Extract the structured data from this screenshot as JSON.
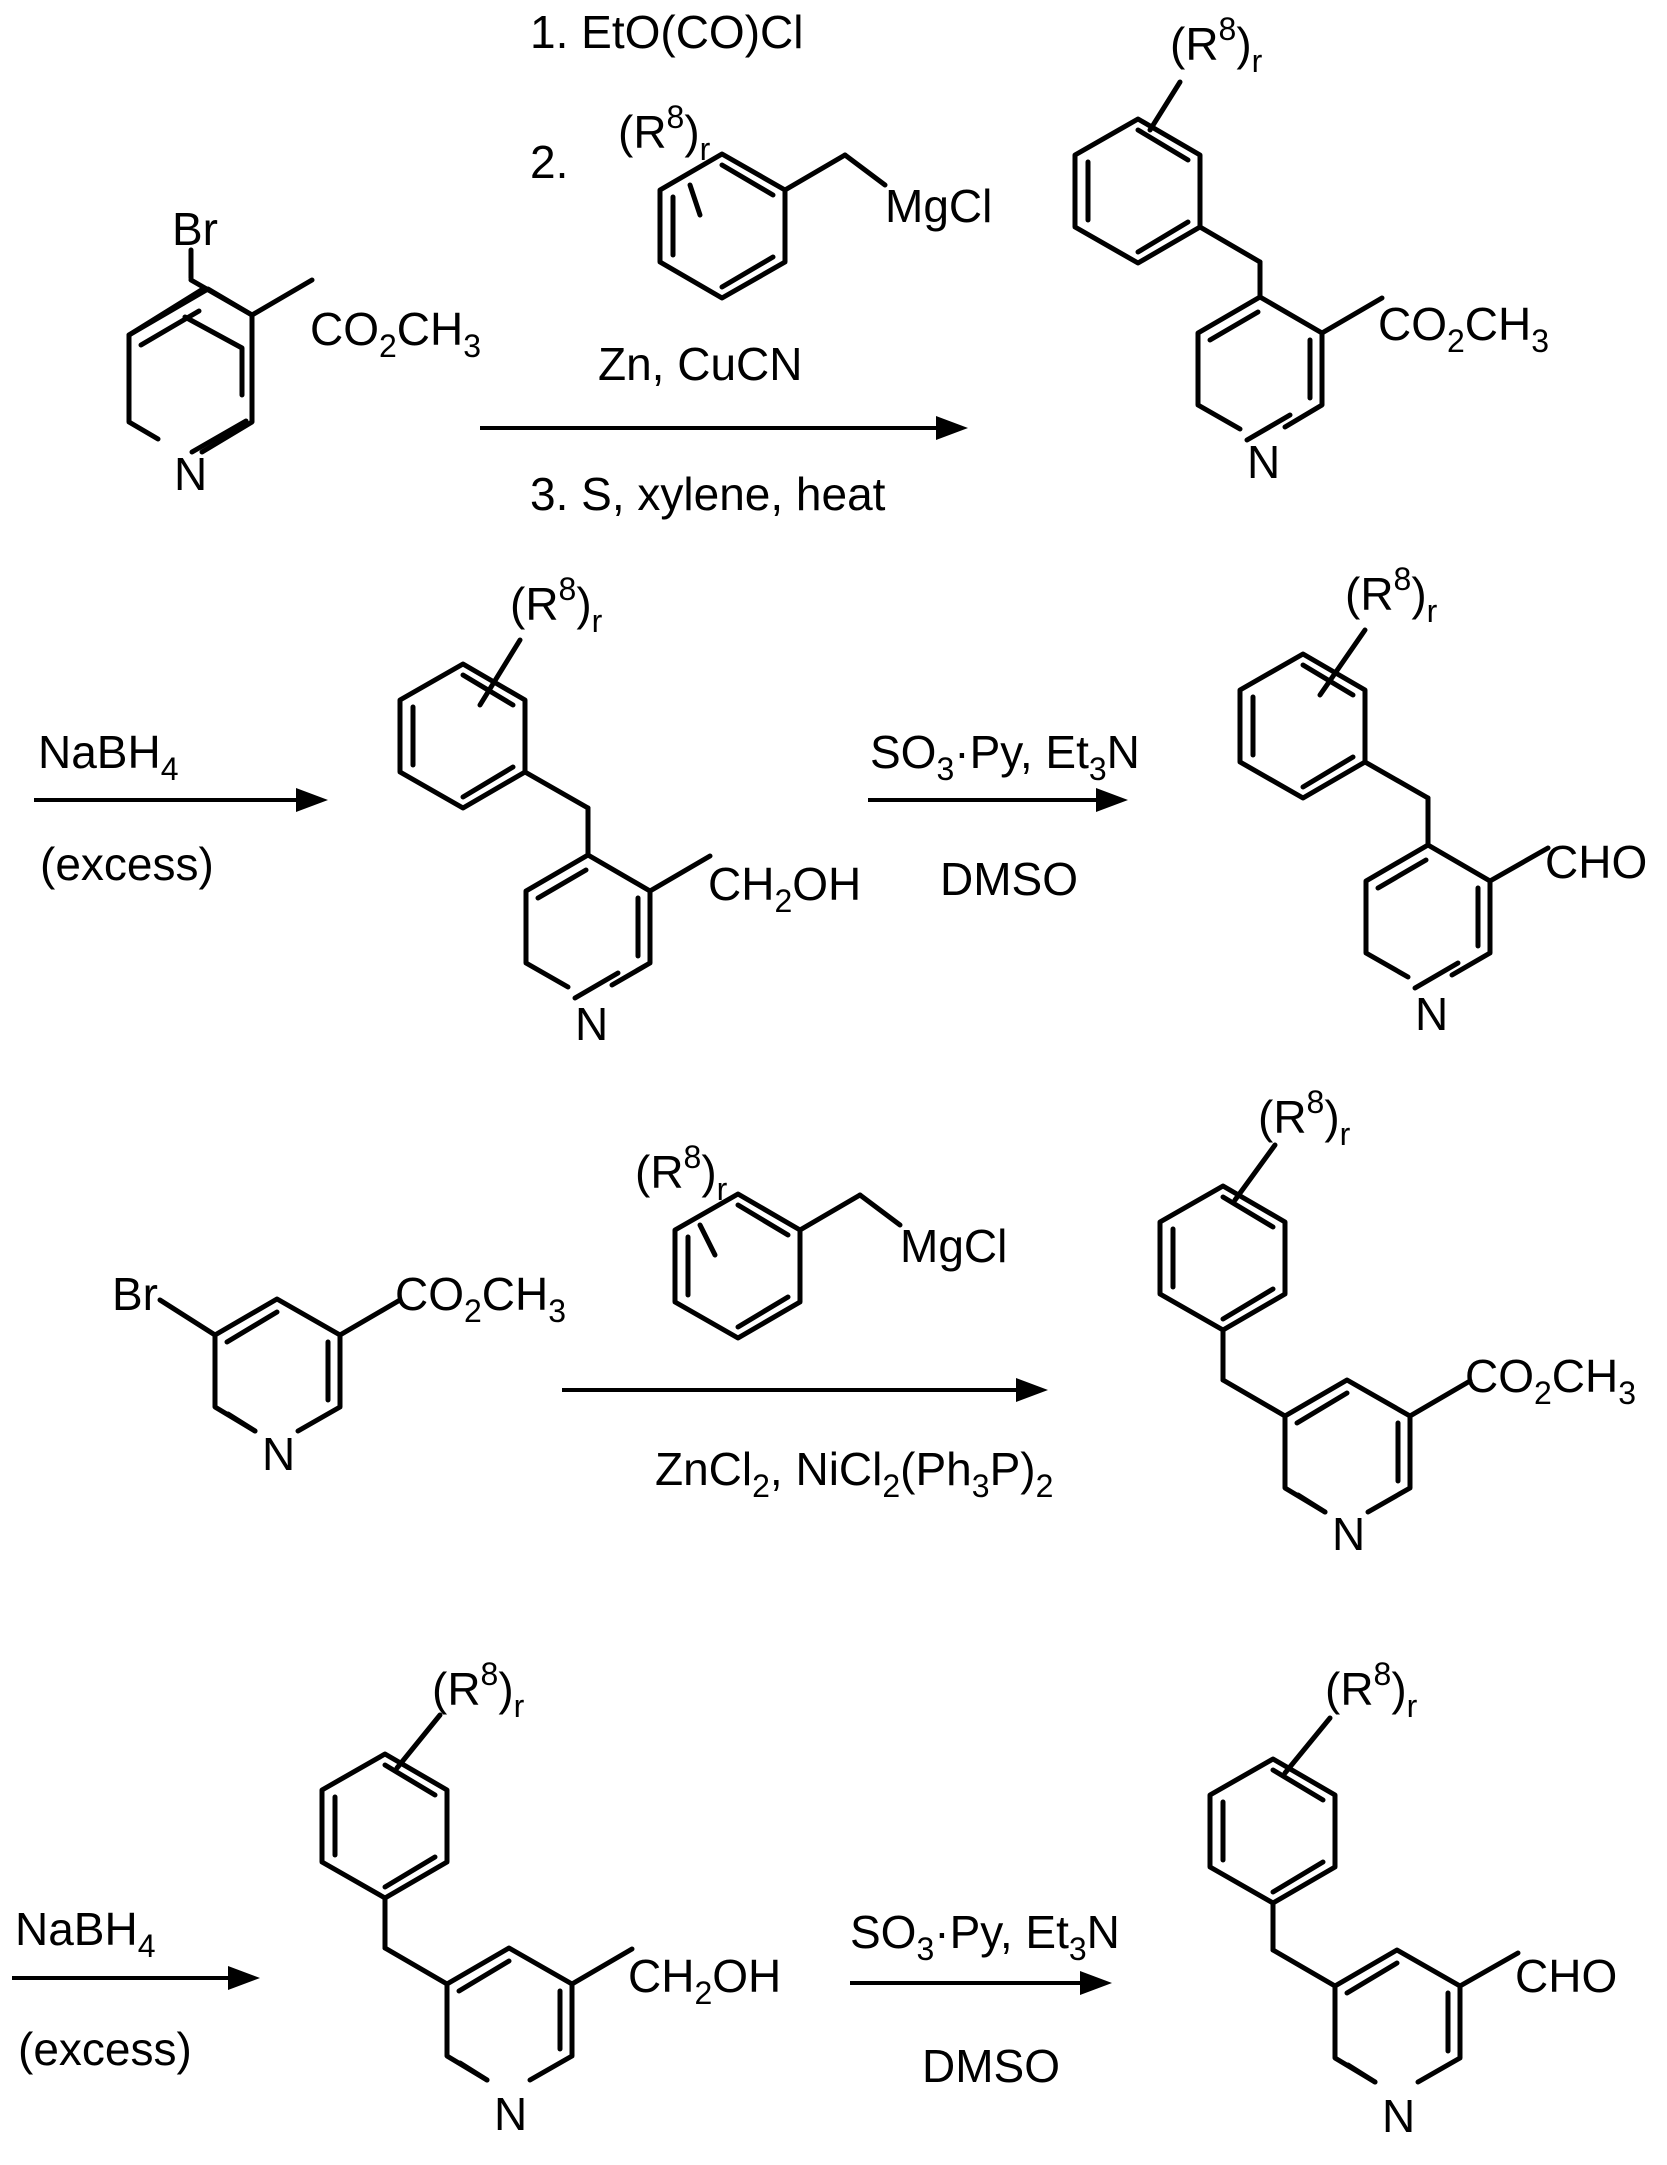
{
  "groups": {
    "ester": [
      "CO",
      "2",
      "CH",
      "3"
    ],
    "alcohol": [
      "CH",
      "2",
      "OH"
    ],
    "aldehyde": "CHO",
    "bromo": "Br",
    "nitrogen": "N",
    "grignard": "MgCl",
    "substituent": [
      "(R",
      "8",
      ")",
      "r"
    ]
  },
  "reagents": {
    "step1_1": "1.  EtO(CO)Cl",
    "step1_2": "2.",
    "step1_zn": "Zn, CuCN",
    "step1_3": "3.  S, xylene, heat",
    "reduction": [
      "NaBH",
      "4"
    ],
    "excess": "(excess)",
    "oxidation": [
      "SO",
      "3",
      "·Py, Et",
      "3",
      "N"
    ],
    "dmso": "DMSO",
    "coupling": [
      "ZnCl",
      "2",
      ", NiCl",
      "2",
      "(Ph",
      "3",
      "P)",
      "2"
    ]
  }
}
